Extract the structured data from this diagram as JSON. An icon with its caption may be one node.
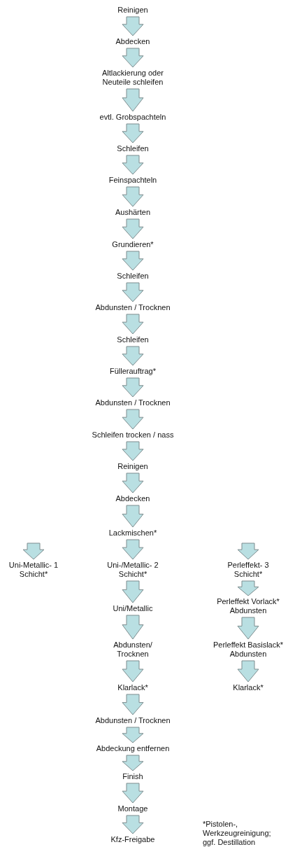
{
  "diagram": {
    "nodes": [
      {
        "text": [
          "Reinigen"
        ]
      },
      {
        "text": [
          "Abdecken"
        ]
      },
      {
        "text": [
          "Altlackierung oder Neuteile schleifen"
        ]
      },
      {
        "text": [
          "evtl. Grobspachteln"
        ]
      },
      {
        "text": [
          "Schleifen"
        ]
      },
      {
        "text": [
          "Feinspachteln"
        ]
      },
      {
        "text": [
          "Aushärten"
        ]
      },
      {
        "text": [
          "Grundieren*"
        ]
      },
      {
        "text": [
          "Schleifen"
        ]
      },
      {
        "text": [
          "Abdunsten / Trocknen"
        ]
      },
      {
        "text": [
          "Schleifen"
        ]
      },
      {
        "text": [
          "Füllerauftrag*"
        ]
      },
      {
        "text": [
          "Abdunsten / Trocknen"
        ]
      },
      {
        "text": [
          "Schleifen trocken / nass"
        ]
      },
      {
        "text": [
          "Reinigen"
        ]
      },
      {
        "text": [
          "Abdecken"
        ]
      },
      {
        "text": [
          "Lackmischen*"
        ]
      },
      {
        "text": [
          "Uni-Metallic- 1 Schicht*"
        ]
      },
      {
        "text": [
          "Uni-/Metallic- 2 Schicht*"
        ]
      },
      {
        "text": [
          "Perleffekt- 3 Schicht*"
        ]
      },
      {
        "text": [
          "Uni/Metallic"
        ]
      },
      {
        "text": [
          "Perleffekt Vorlack* Abdunsten"
        ]
      },
      {
        "text": [
          "Abdunsten/ Trocknen"
        ]
      },
      {
        "text": [
          "Perleffekt Basislack* Abdunsten"
        ]
      },
      {
        "text": [
          "Klarlack*"
        ]
      },
      {
        "text": [
          "Klarlack*"
        ]
      },
      {
        "text": [
          "Abdunsten / Trocknen"
        ]
      },
      {
        "text": [
          "Abdeckung entfernen"
        ]
      },
      {
        "text": [
          "Finish"
        ]
      },
      {
        "text": [
          "Montage"
        ]
      },
      {
        "text": [
          "Kfz-Freigabe"
        ]
      }
    ],
    "edges": [
      {
        "from": 0,
        "to": 1,
        "arrow": "to"
      },
      {
        "from": 1,
        "to": 2,
        "arrow": "to"
      },
      {
        "from": 2,
        "to": 3,
        "arrow": "to"
      },
      {
        "from": 3,
        "to": 4,
        "arrow": "to"
      },
      {
        "from": 4,
        "to": 5,
        "arrow": "to"
      },
      {
        "from": 5,
        "to": 6,
        "arrow": "to"
      },
      {
        "from": 6,
        "to": 7,
        "arrow": "to"
      },
      {
        "from": 7,
        "to": 8,
        "arrow": "to"
      },
      {
        "from": 8,
        "to": 9,
        "arrow": "to"
      },
      {
        "from": 9,
        "to": 10,
        "arrow": "to"
      },
      {
        "from": 10,
        "to": 11,
        "arrow": "to"
      },
      {
        "from": 11,
        "to": 12,
        "arrow": "to"
      },
      {
        "from": 12,
        "to": 13,
        "arrow": "to"
      },
      {
        "from": 13,
        "to": 14,
        "arrow": "to"
      },
      {
        "from": 14,
        "to": 15,
        "arrow": "to"
      },
      {
        "from": 15,
        "to": 16,
        "arrow": "to"
      },
      {
        "from": null,
        "to": 17,
        "arrow": "to"
      },
      {
        "from": 16,
        "to": 18,
        "arrow": "to"
      },
      {
        "from": null,
        "to": 19,
        "arrow": "to"
      },
      {
        "from": 18,
        "to": 20,
        "arrow": "to"
      },
      {
        "from": 19,
        "to": 21,
        "arrow": "to"
      },
      {
        "from": 20,
        "to": 22,
        "arrow": "to"
      },
      {
        "from": 21,
        "to": 23,
        "arrow": "to"
      },
      {
        "from": 22,
        "to": 24,
        "arrow": "to"
      },
      {
        "from": 23,
        "to": 25,
        "arrow": "to"
      },
      {
        "from": 24,
        "to": 26,
        "arrow": "to"
      },
      {
        "from": 26,
        "to": 27,
        "arrow": "to"
      },
      {
        "from": 27,
        "to": 28,
        "arrow": "to"
      },
      {
        "from": 28,
        "to": 29,
        "arrow": "to"
      },
      {
        "from": 29,
        "to": 30,
        "arrow": "to"
      }
    ],
    "labels": [
      "*Pistolen-, Werkzeugreinigung; ggf. Destillation"
    ]
  }
}
